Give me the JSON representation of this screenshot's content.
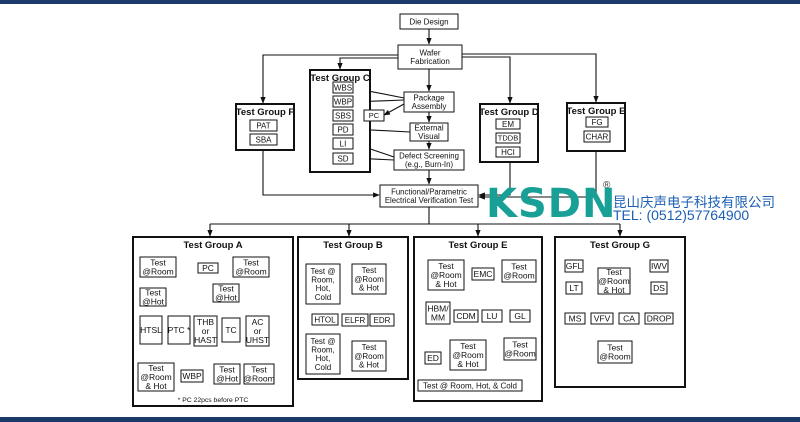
{
  "flow": {
    "die_design": "Die Design",
    "wafer_fab": [
      "Wafer",
      "Fabrication"
    ],
    "package_assembly": [
      "Package",
      "Assembly"
    ],
    "external_visual": [
      "External",
      "Visual"
    ],
    "defect_screening": [
      "Defect Screening",
      "(e.g., Burn-In)"
    ],
    "functional_test": [
      "Functional/Parametric",
      "Electrical Verification Test"
    ]
  },
  "groups": {
    "c": {
      "title": "Test Group C",
      "items": [
        "WBS",
        "WBP",
        "SBS",
        "PD",
        "LI",
        "SD"
      ],
      "pc": "PC"
    },
    "f": {
      "title": "Test Group F",
      "items": [
        "PAT",
        "SBA"
      ]
    },
    "d": {
      "title": "Test Group D",
      "items": [
        "EM",
        "TDDB",
        "HCI"
      ]
    },
    "e_top": {
      "title": "Test Group E",
      "items": [
        "FG",
        "CHAR"
      ]
    },
    "a": {
      "title": "Test Group A",
      "test_room_1": [
        "Test",
        "@Room"
      ],
      "pc": "PC",
      "test_room_2": [
        "Test",
        "@Room"
      ],
      "test_hot_1": [
        "Test",
        "@Hot"
      ],
      "test_hot_2": [
        "Test",
        "@Hot"
      ],
      "htsl": "HTSL",
      "ptc": "PTC *",
      "thb": [
        "THB",
        "or",
        "HAST"
      ],
      "tc": "TC",
      "ac": [
        "AC",
        "or",
        "UHST"
      ],
      "test_room_hot": [
        "Test",
        "@Room",
        "& Hot"
      ],
      "wbp": "WBP",
      "test_hot_3": [
        "Test",
        "@Hot"
      ],
      "test_room_3": [
        "Test",
        "@Room"
      ],
      "footnote": "* PC 22pcs before PTC"
    },
    "b": {
      "title": "Test Group B",
      "test_room_hot_cold_1": [
        "Test @",
        "Room,",
        "Hot,",
        "Cold"
      ],
      "test_room_hot_1": [
        "Test",
        "@Room",
        "& Hot"
      ],
      "htol": "HTOL",
      "elfr": "ELFR",
      "edr": "EDR",
      "test_room_hot_cold_2": [
        "Test @",
        "Room,",
        "Hot,",
        "Cold"
      ],
      "test_room_hot_2": [
        "Test",
        "@Room",
        "& Hot"
      ]
    },
    "e": {
      "title": "Test Group E",
      "test_room_hot": [
        "Test",
        "@Room",
        "& Hot"
      ],
      "emc": "EMC",
      "test_room_1": [
        "Test",
        "@Room"
      ],
      "hbm": [
        "HBM/",
        "MM"
      ],
      "cdm": "CDM",
      "lu": "LU",
      "gl": "GL",
      "ed": "ED",
      "test_room_hot_2": [
        "Test",
        "@Room",
        "& Hot"
      ],
      "test_room_2": [
        "Test",
        "@Room"
      ],
      "bottom": "Test @ Room, Hot, & Cold"
    },
    "g": {
      "title": "Test Group G",
      "gfl": "GFL",
      "lt": "LT",
      "test_room_hot": [
        "Test",
        "@Room",
        "& Hot"
      ],
      "ivw": "IWV",
      "ds": "DS",
      "ms": "MS",
      "vfv": "VFV",
      "ca": "CA",
      "drop": "DROP",
      "test_room": [
        "Test",
        "@Room"
      ]
    }
  },
  "logo": {
    "brand": "KSDN",
    "reg": "®",
    "company_cn": "昆山庆声电子科技有限公司",
    "tel": "TEL: (0512)57764900"
  },
  "colors": {
    "bar": "#1b3a6b",
    "logo_teal": "#18a096",
    "logo_blue": "#1a5fb4"
  }
}
